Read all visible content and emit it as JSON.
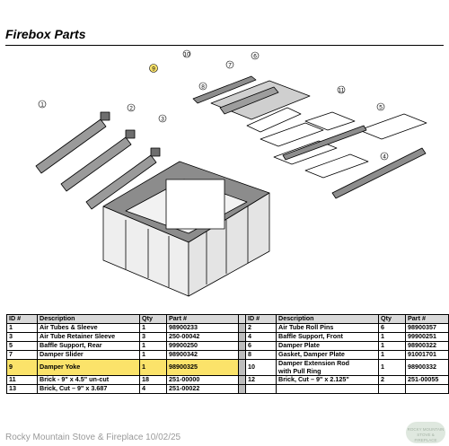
{
  "page": {
    "title": "Firebox Parts"
  },
  "table": {
    "headers": {
      "id": "ID #",
      "description": "Description",
      "qty": "Qty",
      "part": "Part #",
      "id2": "ID #",
      "description2": "Description",
      "qty2": "Qty",
      "part2": "Part #"
    },
    "left_rows": [
      {
        "id": "1",
        "description": "Air Tubes & Sleeve",
        "qty": "1",
        "part": "98900233"
      },
      {
        "id": "3",
        "description": "Air Tube Retainer Sleeve",
        "qty": "3",
        "part": "250-00042"
      },
      {
        "id": "5",
        "description": "Baffle Support, Rear",
        "qty": "1",
        "part": "99900250"
      },
      {
        "id": "7",
        "description": "Damper Slider",
        "qty": "1",
        "part": "98900342"
      },
      {
        "id": "9",
        "description": "Damper Yoke",
        "qty": "1",
        "part": "98900325"
      },
      {
        "id": "11",
        "description": "Brick - 9\" x 4.5\" un-cut",
        "qty": "18",
        "part": "251-00000"
      },
      {
        "id": "13",
        "description": "Brick, Cut – 9\" x 3.687",
        "qty": "4",
        "part": "251-00022"
      }
    ],
    "right_rows": [
      {
        "id": "2",
        "description": "Air Tube Roll Pins",
        "qty": "6",
        "part": "98900357"
      },
      {
        "id": "4",
        "description": "Baffle Support, Front",
        "qty": "1",
        "part": "99900251"
      },
      {
        "id": "6",
        "description": "Damper Plate",
        "qty": "1",
        "part": "98900322"
      },
      {
        "id": "8",
        "description": "Gasket, Damper Plate",
        "qty": "1",
        "part": "91001701"
      },
      {
        "id": "10",
        "description": "Damper Extension Rod",
        "description_line2": "with Pull Ring",
        "qty": "1",
        "part": "98900332"
      },
      {
        "id": "12",
        "description": "Brick, Cut – 9\" x 2.125\"",
        "qty": "2",
        "part": "251-00055"
      }
    ],
    "highlight_color": "#fbe36a"
  },
  "callouts": [
    "1",
    "2",
    "3",
    "4",
    "5",
    "6",
    "7",
    "8",
    "9",
    "10",
    "11"
  ],
  "footer": {
    "text": "Rocky Mountain Stove & Fireplace  10/02/25"
  },
  "logo": {
    "text": "ROCKY MOUNTAIN STOVE & FIREPLACE"
  }
}
